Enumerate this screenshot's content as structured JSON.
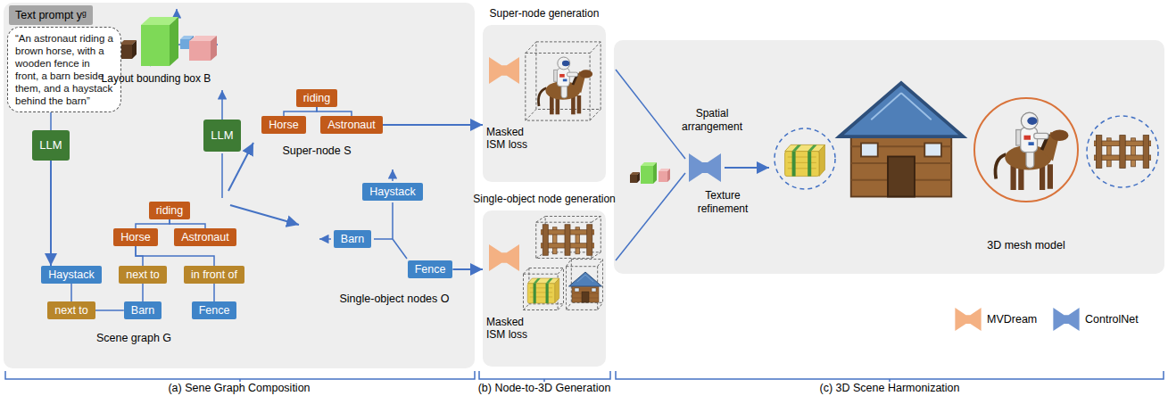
{
  "diagram": {
    "nodes": [
      {
        "text": [
          "Text prompt yᵍ"
        ]
      },
      {
        "text": [
          "“An astronaut riding a brown horse, with a wooden fence in front, a barn beside them, and a haystack behind the barn”"
        ]
      },
      {
        "text": [
          "LLM"
        ]
      },
      {
        "text": [
          "LLM"
        ]
      },
      {
        "text": [
          "riding"
        ]
      },
      {
        "text": [
          "Horse"
        ]
      },
      {
        "text": [
          "Astronaut"
        ]
      },
      {
        "text": [
          "Haystack"
        ]
      },
      {
        "text": [
          "next to"
        ]
      },
      {
        "text": [
          "in front of"
        ]
      },
      {
        "text": [
          "next to"
        ]
      },
      {
        "text": [
          "Barn"
        ]
      },
      {
        "text": [
          "Fence"
        ]
      },
      {
        "text": [
          "riding"
        ]
      },
      {
        "text": [
          "Horse"
        ]
      },
      {
        "text": [
          "Astronaut"
        ]
      },
      {
        "text": [
          "Haystack"
        ]
      },
      {
        "text": [
          "Barn"
        ]
      },
      {
        "text": [
          "Fence"
        ]
      },
      {
        "text": [
          "Super-node generation",
          "Masked ISM loss"
        ]
      },
      {
        "text": [
          "Single-object node generation",
          "Masked ISM loss"
        ]
      }
    ],
    "edges": [
      {
        "from": 1,
        "to": 2,
        "arrow": "none"
      },
      {
        "from": 2,
        "to": 7,
        "arrow": "to"
      },
      {
        "from": 4,
        "to": 5,
        "arrow": "none"
      },
      {
        "from": 4,
        "to": 6,
        "arrow": "none"
      },
      {
        "from": 5,
        "to": 8,
        "arrow": "none"
      },
      {
        "from": 5,
        "to": 9,
        "arrow": "none"
      },
      {
        "from": 8,
        "to": 11,
        "arrow": "none"
      },
      {
        "from": 9,
        "to": 12,
        "arrow": "none"
      },
      {
        "from": 7,
        "to": 10,
        "arrow": "none"
      },
      {
        "from": 10,
        "to": 11,
        "arrow": "none"
      },
      {
        "from": 13,
        "to": 14,
        "arrow": "none"
      },
      {
        "from": 13,
        "to": 15,
        "arrow": "none"
      },
      {
        "from": 15,
        "to": 19,
        "arrow": "to"
      },
      {
        "from": 18,
        "to": 20,
        "arrow": "to"
      }
    ],
    "labels": [
      "Layout bounding box B",
      "Scene graph G",
      "Super-node S",
      "Single-object nodes O",
      "Spatial arrangement",
      "Texture refinement",
      "3D mesh model",
      "(a) Sene Graph Composition",
      "(b) Node-to-3D Generation",
      "(c) 3D Scene Harmonization"
    ],
    "legend": [
      {
        "text": "MVDream",
        "color": "#f4b183"
      },
      {
        "text": "ControlNet",
        "color": "#6f94d0"
      }
    ]
  }
}
